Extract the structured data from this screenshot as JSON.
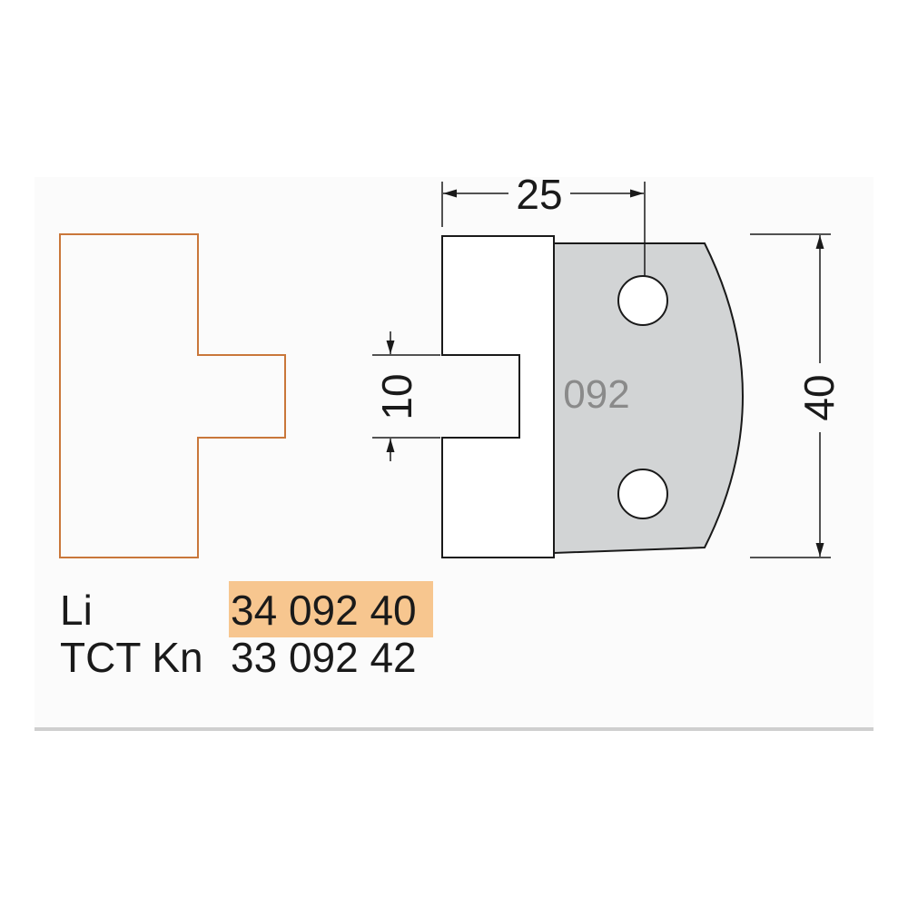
{
  "diagram": {
    "dimensions": {
      "width": "25",
      "slot": "10",
      "height": "40"
    },
    "profile_code": "092",
    "colors": {
      "profile_outline": "#c9773a",
      "knife_fill": "#d2d4d5",
      "highlight": "#f7c68f",
      "line": "#1a1a1a"
    }
  },
  "table": {
    "rows": [
      {
        "label": "Li",
        "value": "34 092 40",
        "highlighted": true
      },
      {
        "label": "TCT Kn",
        "value": "33 092 42",
        "highlighted": false
      }
    ]
  }
}
